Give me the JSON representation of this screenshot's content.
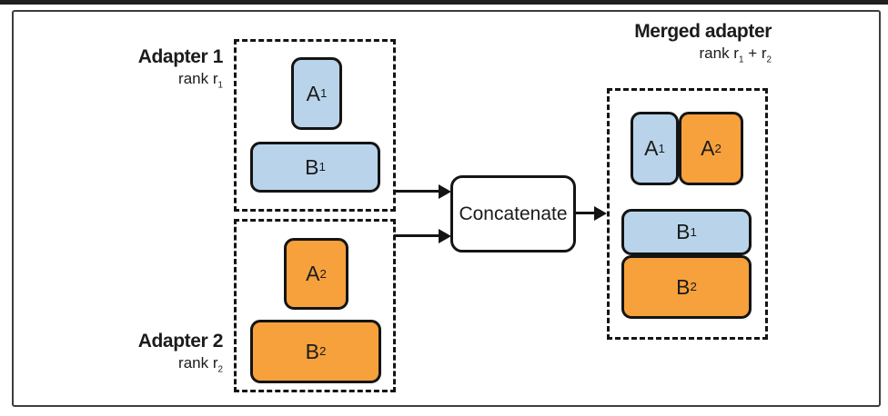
{
  "colors": {
    "blue": "#b9d4ea",
    "orange": "#f6a13c",
    "stroke": "#141414"
  },
  "adapter1": {
    "title": "Adapter 1",
    "rank_prefix": "rank r",
    "rank_sub": "1",
    "block_a": {
      "base": "A",
      "sub": "1"
    },
    "block_b": {
      "base": "B",
      "sub": "1"
    }
  },
  "adapter2": {
    "title": "Adapter 2",
    "rank_prefix": "rank r",
    "rank_sub": "2",
    "block_a": {
      "base": "A",
      "sub": "2"
    },
    "block_b": {
      "base": "B",
      "sub": "2"
    }
  },
  "concatenate": {
    "label": "Concatenate"
  },
  "merged": {
    "title": "Merged adapter",
    "rank_prefix": "rank r",
    "rank_sub1": "1",
    "rank_plus": " + r",
    "rank_sub2": "2",
    "block_a1": {
      "base": "A",
      "sub": "1"
    },
    "block_a2": {
      "base": "A",
      "sub": "2"
    },
    "block_b1": {
      "base": "B",
      "sub": "1"
    },
    "block_b2": {
      "base": "B",
      "sub": "2"
    }
  }
}
